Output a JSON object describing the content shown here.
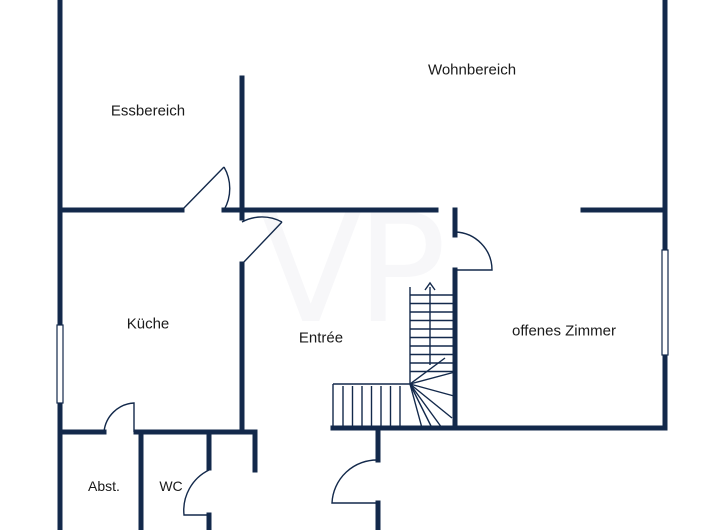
{
  "rooms": {
    "wohnbereich": "Wohnbereich",
    "essbereich": "Essbereich",
    "kueche": "Küche",
    "entree": "Entrée",
    "offenes_zimmer": "offenes Zimmer",
    "abstellraum": "Abst.",
    "wc": "WC"
  },
  "watermark": "VP",
  "colors": {
    "wall": "#13294b",
    "background": "#ffffff",
    "text": "#1a1a1a"
  }
}
